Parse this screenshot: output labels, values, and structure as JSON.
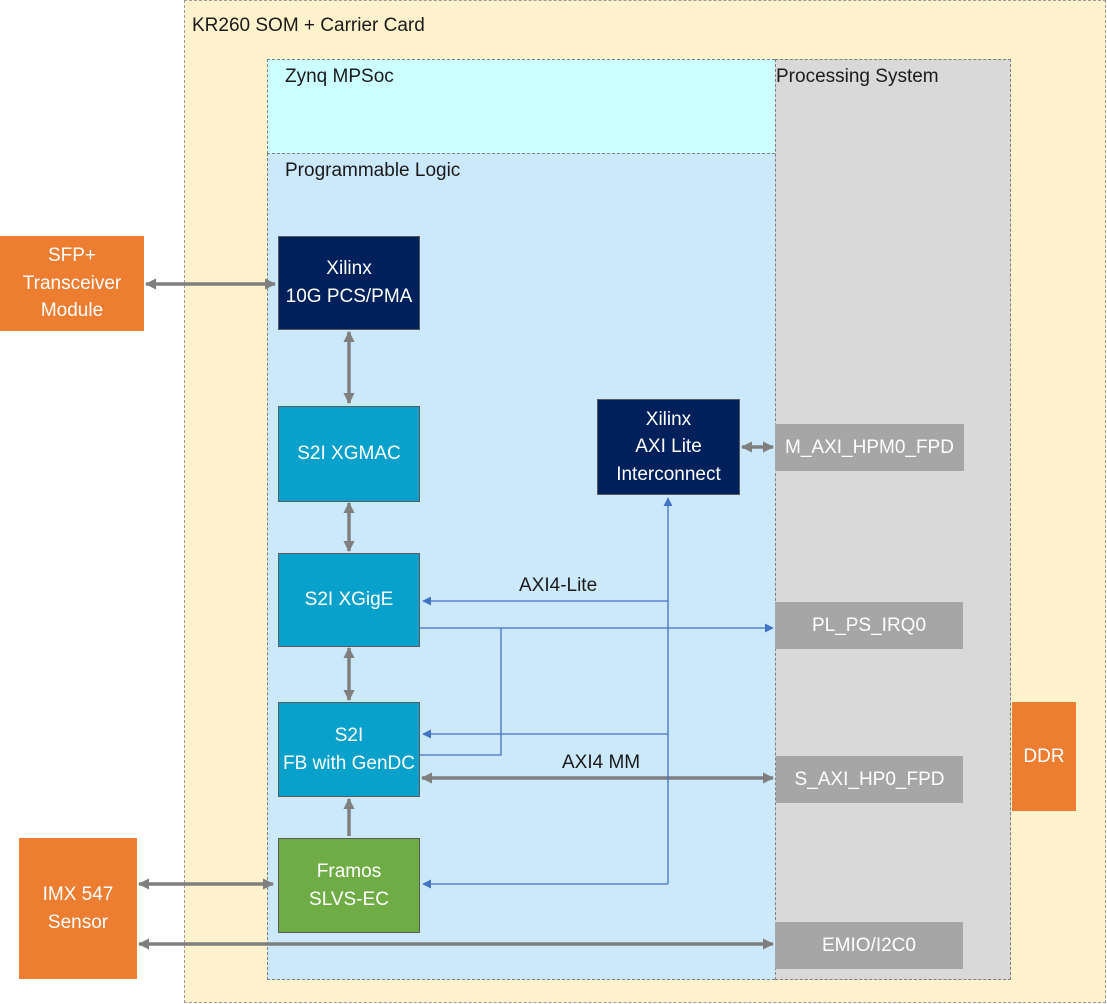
{
  "regions": {
    "carrier": "KR260 SOM + Carrier Card",
    "zynq": "Zynq MPSoc",
    "ps": "Processing System",
    "pl": "Programmable Logic"
  },
  "blocks": {
    "pcs_pma": "Xilinx\n10G PCS/PMA",
    "xgmac": "S2I XGMAC",
    "xgige": "S2I XGigE",
    "fb_gendc": "S2I\nFB with GenDC",
    "slvs": "Framos\nSLVS-EC",
    "axi_interconnect": "Xilinx\nAXI Lite\nInterconnect"
  },
  "external": {
    "sfp": "SFP+\nTransceiver\nModule",
    "sensor": "IMX 547\nSensor",
    "ddr": "DDR"
  },
  "ports": {
    "hpm0": "M_AXI_HPM0_FPD",
    "irq": "PL_PS_IRQ0",
    "hp0": "S_AXI_HP0_FPD",
    "emio": "EMIO/I2C0"
  },
  "connections": {
    "axi4_lite": "AXI4-Lite",
    "axi4_mm": "AXI4 MM"
  },
  "colors": {
    "carrier_bg": "#fff2cc",
    "zynq_bg": "#ccffff",
    "pl_bg": "#cce9fb",
    "ps_bg": "#d9d9d9",
    "xilinx_block": "#00205b",
    "s2i_block": "#07a1cc",
    "framos_block": "#6fac46",
    "external": "#ed7d31",
    "port": "#a6a6a6",
    "thick_arrow": "#7f7f7f",
    "thin_arrow": "#4472c4"
  }
}
